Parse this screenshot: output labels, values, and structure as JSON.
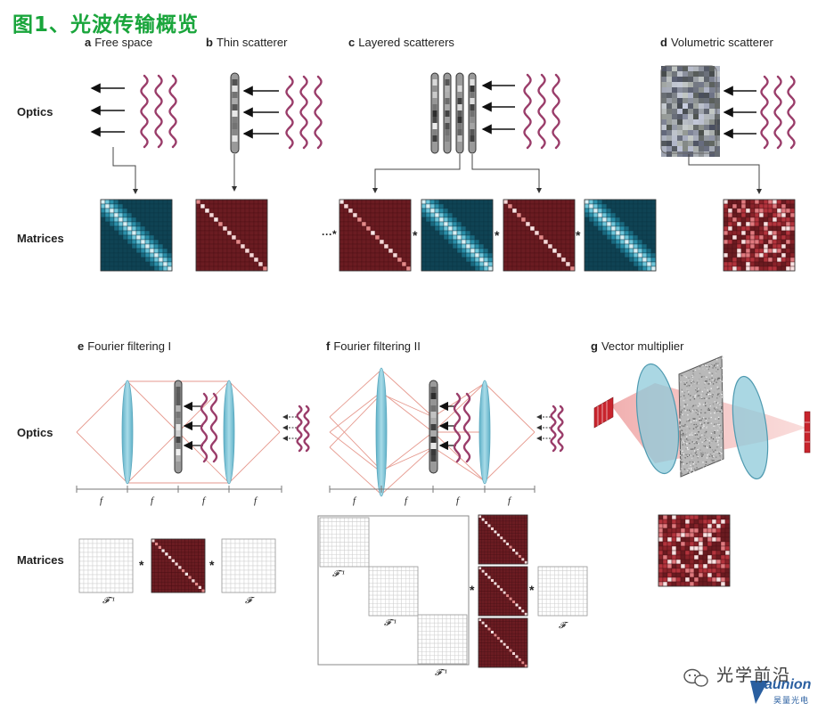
{
  "title": "图1、光波传输概览",
  "rows": {
    "optics": "Optics",
    "matrices": "Matrices"
  },
  "panels": {
    "a": {
      "letter": "a",
      "name": "Free space"
    },
    "b": {
      "letter": "b",
      "name": "Thin scatterer"
    },
    "c": {
      "letter": "c",
      "name": "Layered scatterers"
    },
    "d": {
      "letter": "d",
      "name": "Volumetric scatterer"
    },
    "e": {
      "letter": "e",
      "name": "Fourier filtering I"
    },
    "f": {
      "letter": "f",
      "name": "Fourier filtering II"
    },
    "g": {
      "letter": "g",
      "name": "Vector multiplier"
    }
  },
  "symbols": {
    "star": "*",
    "ellipsis_star": "···*",
    "focal": "f",
    "fourier": "𝓕",
    "inverse_fourier": "𝓕⁻¹"
  },
  "watermark": {
    "text": "光学前沿",
    "brand": "aunion",
    "sub": "昊量光电"
  },
  "colors": {
    "title_green": "#19a53b",
    "wave": "#9a3d6a",
    "lens": "#7fc4d6",
    "red_matrix": "#6e1f25",
    "teal_matrix": "#0f4a5a",
    "beam": "#e07b6e"
  }
}
